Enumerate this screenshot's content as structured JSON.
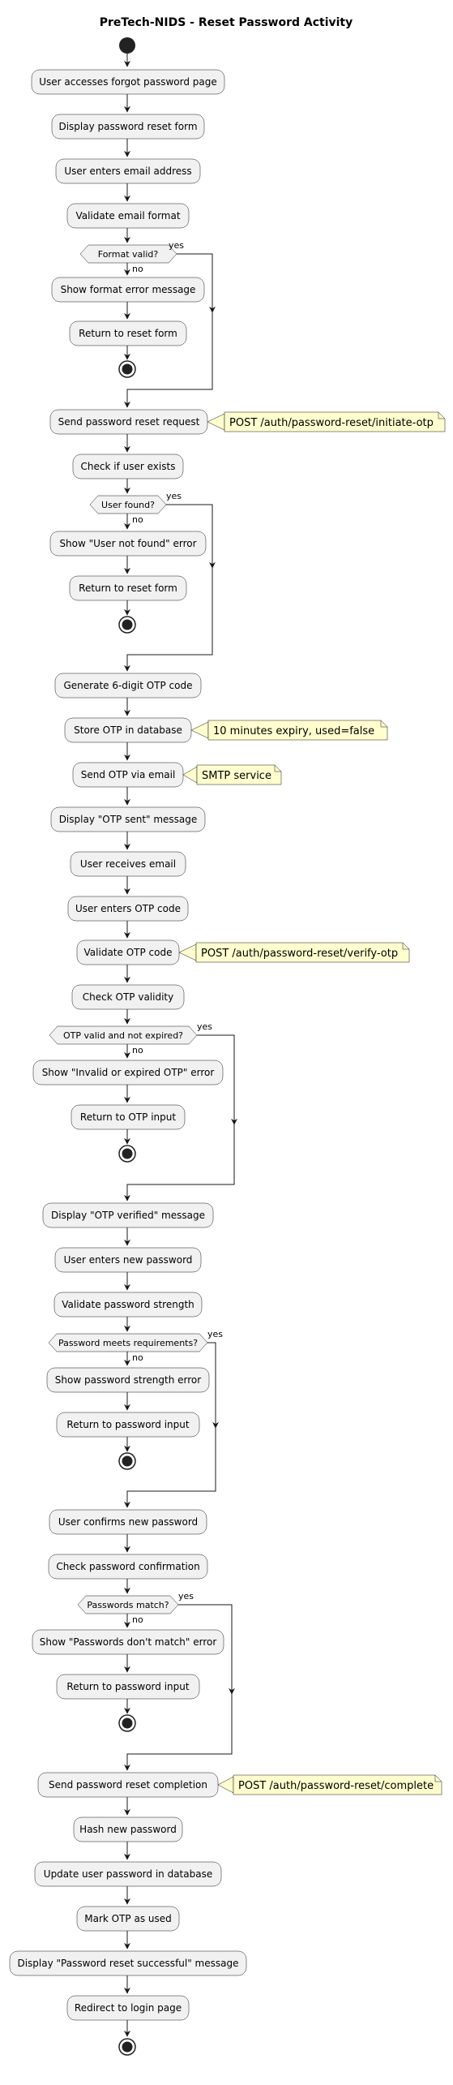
{
  "diagram": {
    "title": "PreTech-NIDS - Reset Password Activity",
    "actions": {
      "a1": "User accesses forgot password page",
      "a2": "Display password reset form",
      "a3": "User enters email address",
      "a4": "Validate email format",
      "a5": "Show format error message",
      "a6": "Return to reset form",
      "a7": "Send password reset request",
      "a8": "Check if user exists",
      "a9": "Show \"User not found\" error",
      "a10": "Return to reset form",
      "a11": "Generate 6-digit OTP code",
      "a12": "Store OTP in database",
      "a13": "Send OTP via email",
      "a14": "Display \"OTP sent\" message",
      "a15": "User receives email",
      "a16": "User enters OTP code",
      "a17": "Validate OTP code",
      "a18": "Check OTP validity",
      "a19": "Show \"Invalid or expired OTP\" error",
      "a20": "Return to OTP input",
      "a21": "Display \"OTP verified\" message",
      "a22": "User enters new password",
      "a23": "Validate password strength",
      "a24": "Show password strength error",
      "a25": "Return to password input",
      "a26": "User confirms new password",
      "a27": "Check password confirmation",
      "a28": "Show \"Passwords don't match\" error",
      "a29": "Return to password input",
      "a30": "Send password reset completion",
      "a31": "Hash new password",
      "a32": "Update user password in database",
      "a33": "Mark OTP as used",
      "a34": "Display \"Password reset successful\" message",
      "a35": "Redirect to login page"
    },
    "decisions": {
      "d1": "Format valid?",
      "d2": "User found?",
      "d3": "OTP valid and not expired?",
      "d4": "Password meets requirements?",
      "d5": "Passwords match?"
    },
    "branch_labels": {
      "yes": "yes",
      "no": "no"
    },
    "notes": {
      "n1": "POST /auth/password-reset/initiate-otp",
      "n2": "10 minutes expiry, used=false",
      "n3": "SMTP service",
      "n4": "POST /auth/password-reset/verify-otp",
      "n5": "POST /auth/password-reset/complete"
    }
  }
}
